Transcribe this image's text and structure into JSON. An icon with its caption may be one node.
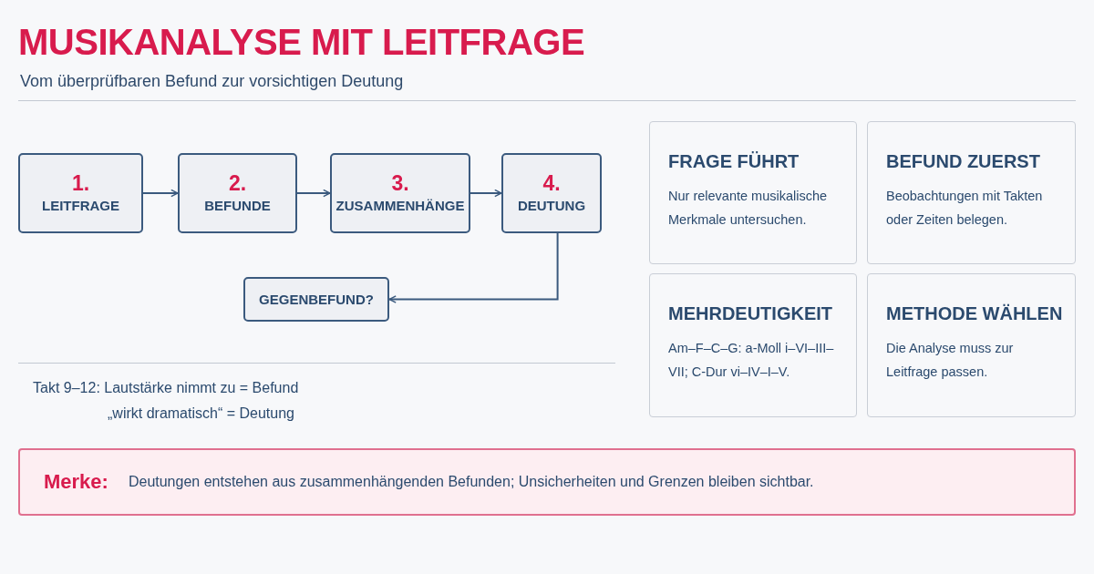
{
  "diagram": {
    "title": "MUSIKANALYSE MIT LEITFRAGE",
    "caption": "Vom überprüfbaren Befund zur vorsichtigen Deutung",
    "nodes": [
      {
        "text": [
          "1.",
          "LEITFRAGE"
        ]
      },
      {
        "text": [
          "2.",
          "BEFUNDE"
        ]
      },
      {
        "text": [
          "3.",
          "ZUSAMMENHÄNGE"
        ]
      },
      {
        "text": [
          "4.",
          "DEUTUNG"
        ]
      },
      {
        "text": [
          "GEGENBEFUND?"
        ]
      },
      {
        "text": [
          "FRAGE FÜHRT",
          "Nur relevante musikalische Merkmale untersuchen."
        ]
      },
      {
        "text": [
          "BEFUND ZUERST",
          "Beobachtungen mit Takten oder Zeiten belegen."
        ]
      },
      {
        "text": [
          "MEHRDEUTIGKEIT",
          "Am–F–C–G: a-Moll i–VI–III–VII; C-Dur vi–IV–I–V."
        ]
      },
      {
        "text": [
          "METHODE WÄHLEN",
          "Die Analyse muss zur Leitfrage passen."
        ]
      },
      {
        "text": [
          "Merke:",
          "Deutungen entstehen aus zusammenhängenden Befunden; Unsicherheiten und Grenzen bleiben sichtbar."
        ]
      }
    ],
    "edges": [
      {
        "from": 0,
        "to": 1,
        "arrow": "to"
      },
      {
        "from": 1,
        "to": 2,
        "arrow": "to"
      },
      {
        "from": 2,
        "to": 3,
        "arrow": "to"
      },
      {
        "from": 3,
        "to": 4,
        "arrow": "to"
      }
    ],
    "labels": [
      "Takt 9–12: Lautstärke nimmt zu = Befund",
      "„wirkt dramatisch“ = Deutung"
    ]
  }
}
